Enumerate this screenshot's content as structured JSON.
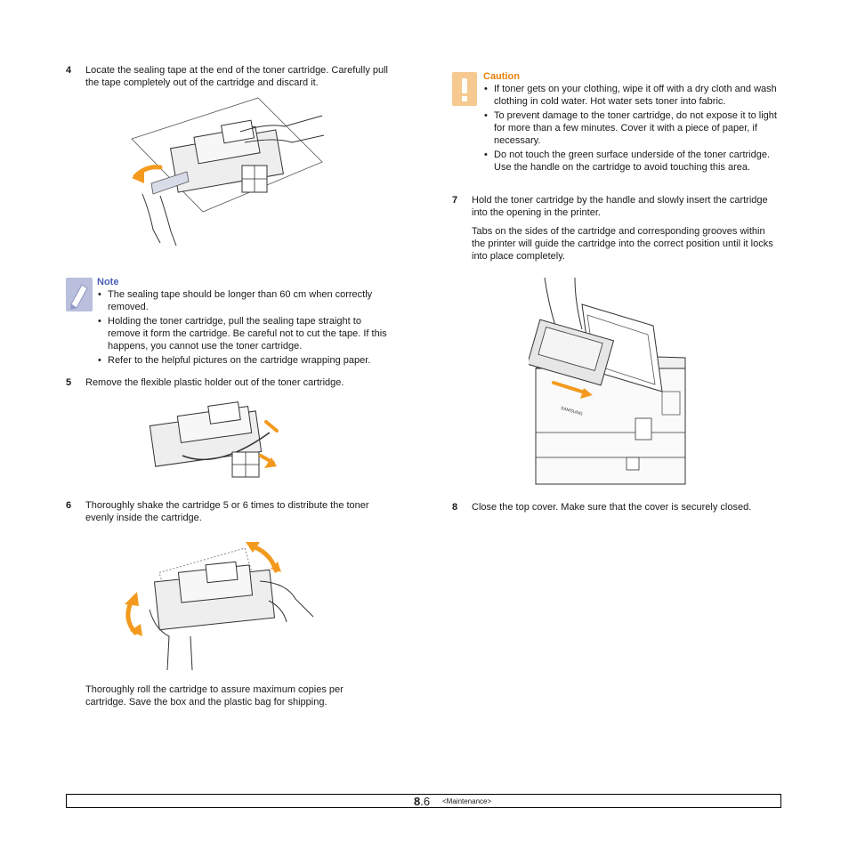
{
  "steps": {
    "s4": {
      "num": "4",
      "text": "Locate the sealing tape at the end of the toner cartridge. Carefully pull the tape completely out of the cartridge and discard it."
    },
    "s5": {
      "num": "5",
      "text": "Remove the flexible plastic holder out of the toner cartridge."
    },
    "s6": {
      "num": "6",
      "text": "Thoroughly shake the cartridge 5 or 6 times to distribute the toner evenly inside the cartridge."
    },
    "s6b": {
      "text": "Thoroughly roll the cartridge to assure maximum copies per cartridge. Save the box and the plastic bag for shipping."
    },
    "s7": {
      "num": "7",
      "text": "Hold the toner cartridge by the handle and slowly insert the cartridge into the opening in the printer."
    },
    "s7b": {
      "text": "Tabs on the sides of the cartridge and corresponding grooves within the printer will guide the cartridge into the correct position until it locks into place completely."
    },
    "s8": {
      "num": "8",
      "text": "Close the top cover. Make sure that the cover is securely closed."
    }
  },
  "note": {
    "title": "Note",
    "items": [
      "The sealing tape should be longer than 60 cm when correctly removed.",
      "Holding the toner cartridge, pull the sealing tape straight to remove it form the cartridge. Be careful not to cut the tape. If this happens, you cannot use the toner cartridge.",
      "Refer to the helpful pictures on the cartridge wrapping paper."
    ]
  },
  "caution": {
    "title": "Caution",
    "items": [
      "If toner gets on your clothing, wipe it off with a dry cloth and wash clothing in cold water. Hot water sets toner into fabric.",
      "To prevent damage to the toner cartridge, do not expose it to light for more than a few minutes. Cover it with a piece of paper, if necessary.",
      "Do not touch the green surface underside of the toner cartridge. Use the handle on the cartridge to avoid touching this area."
    ]
  },
  "printer_brand": "SAMSUNG",
  "footer": {
    "chapter": "8",
    "page": ".6",
    "section": "<Maintenance>"
  },
  "colors": {
    "accent_orange": "#f39a1e",
    "note_blue": "#4a5fb5",
    "caution_orange": "#e8820c"
  }
}
